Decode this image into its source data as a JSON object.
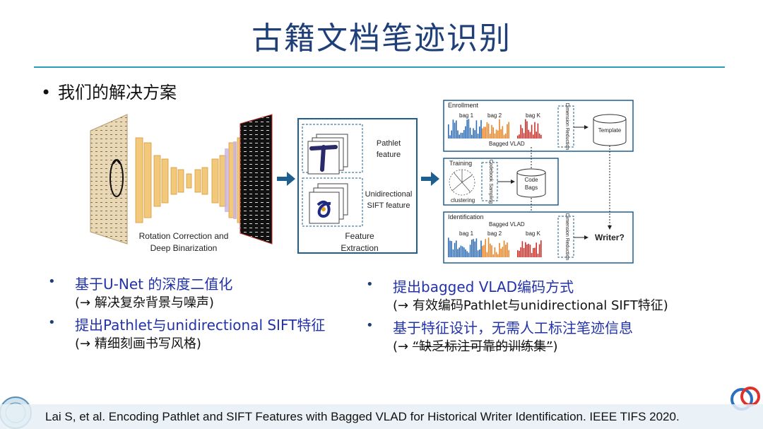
{
  "slide": {
    "title": "古籍文档笔迹识别",
    "main_bullet": "我们的解决方案",
    "left_bullets": [
      {
        "main_prefix": "基于",
        "main_rest": "U-Net 的深度二值化",
        "sub": "(→ 解决复杂背景与噪声)"
      },
      {
        "main_prefix": "提出",
        "main_rest": "Pathlet与unidirectional SIFT特征",
        "sub": "(→ 精细刻画书写风格)"
      }
    ],
    "right_bullets": [
      {
        "main_prefix": "提出",
        "main_rest": "bagged VLAD编码方式",
        "sub": "(→ 有效编码Pathlet与unidirectional SIFT特征)"
      },
      {
        "main_prefix": "基于",
        "main_rest": "特征设计，无需人工标注笔迹信息",
        "sub_open": "(→ ",
        "sub_strike": "“缺乏标注可靠的训练集”",
        "sub_close": ")"
      }
    ],
    "footer": "Lai S, et al. Encoding Pathlet and SIFT Features with Bagged VLAD for Historical Writer Identification. IEEE TIFS 2020."
  },
  "diagram": {
    "binarization_label_1": "Rotation Correction and",
    "binarization_label_2": "Deep Binarization",
    "pathlet_label_1": "Pathlet",
    "pathlet_label_2": "feature",
    "sift_label_1": "Unidirectional",
    "sift_label_2": "SIFT feature",
    "feature_label_1": "Feature",
    "feature_label_2": "Extraction",
    "enrollment": "Enrollment",
    "bag1": "bag 1",
    "bag2": "bag 2",
    "bagk": "bag K",
    "bagged_vlad": "Bagged VLAD",
    "dimension_reduction": "Dimension Reduction",
    "template": "Template",
    "training": "Training",
    "clustering": "clustering",
    "codebook_sampling": "Codebook Sampling",
    "code": "Code",
    "bags": "Bags",
    "identification": "Identification",
    "writer": "Writer?",
    "colors": {
      "blue": "#2e6db4",
      "orange": "#e8872a",
      "red": "#c8312b",
      "accent": "#1f5f8f"
    }
  }
}
